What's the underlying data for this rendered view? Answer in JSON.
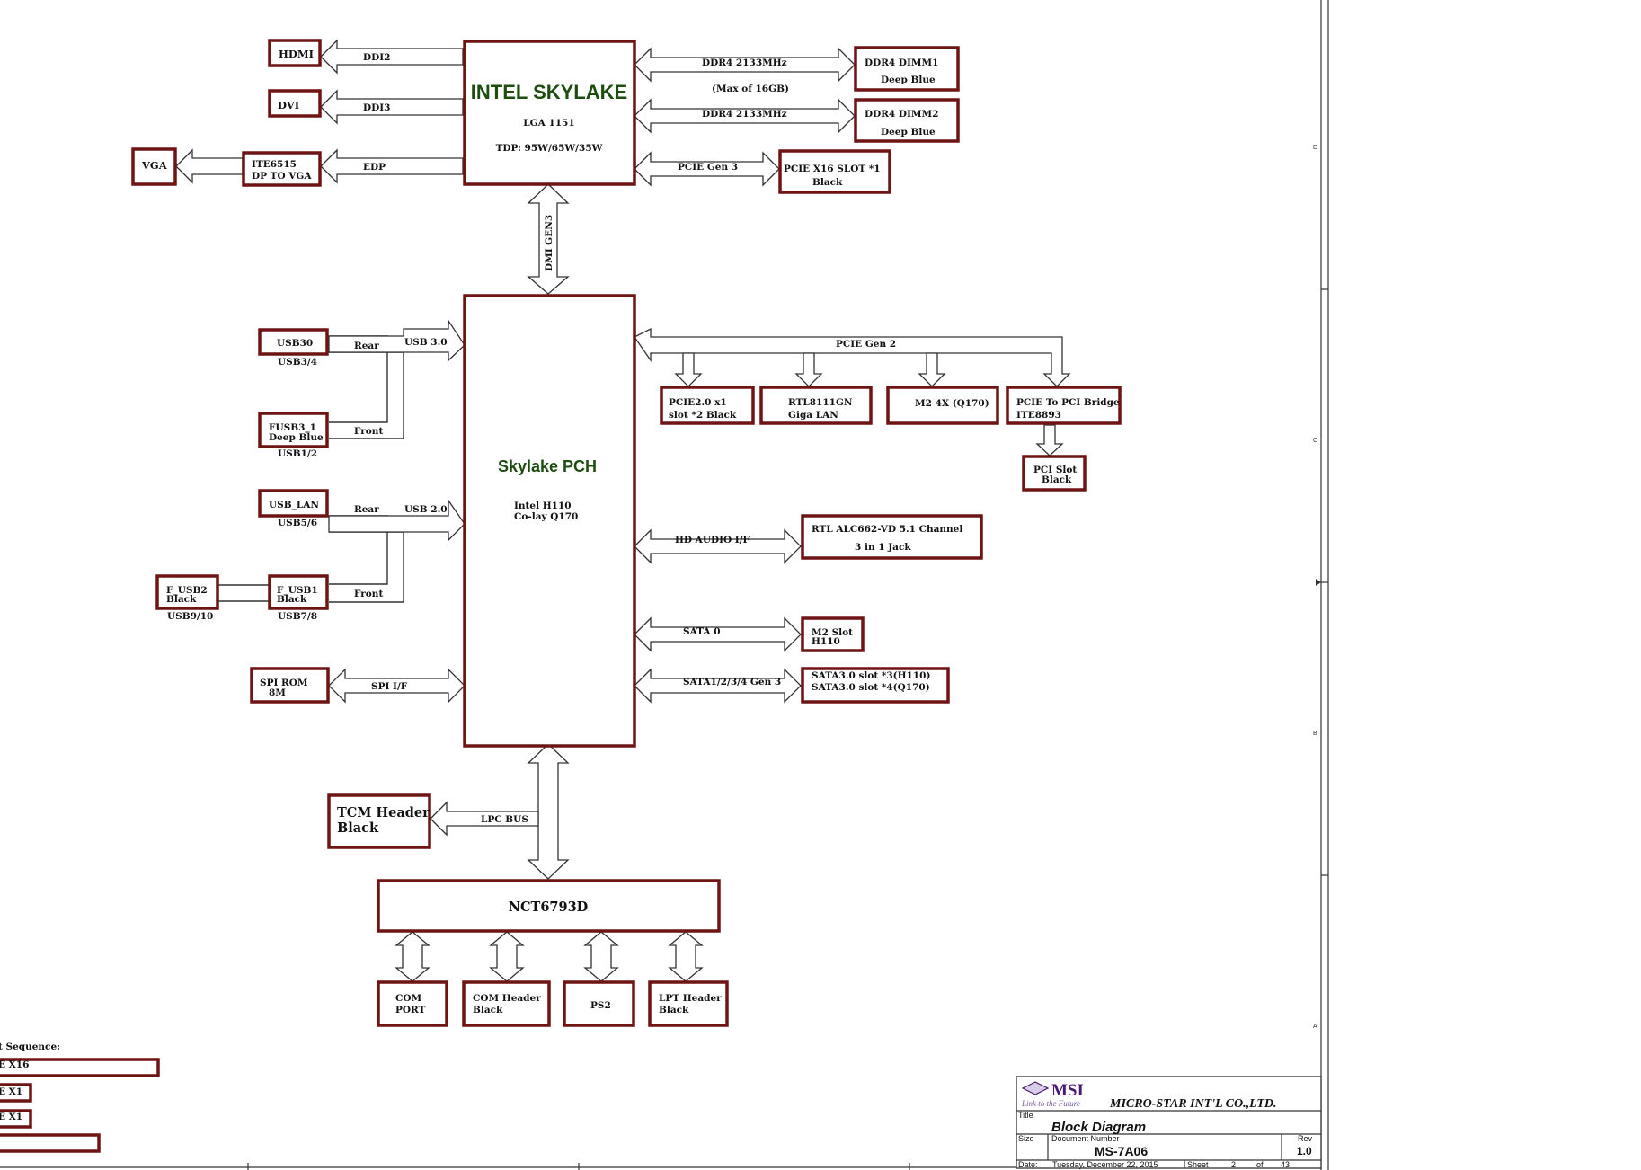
{
  "cpu": {
    "title": "INTEL SKYLAKE",
    "socket": "LGA 1151",
    "tdp": "TDP: 95W/65W/35W"
  },
  "pch": {
    "title": "Skylake PCH",
    "chipset": "Intel H110",
    "colay": "Co-lay Q170"
  },
  "display": {
    "hdmi": "HDMI",
    "ddi2": "DDI2",
    "dvi": "DVI",
    "ddi3": "DDI3",
    "vga": "VGA",
    "ite_line1": "ITE6515",
    "ite_line2": "DP TO VGA",
    "edp": "EDP"
  },
  "memory": {
    "bus1": "DDR4   2133MHz",
    "max": "(Max of 16GB)",
    "bus2": "DDR4   2133MHz",
    "dimm1": "DDR4  DIMM1",
    "dimm1_color": "Deep Blue",
    "dimm2": "DDR4  DIMM2",
    "dimm2_color": "Deep Blue"
  },
  "pcie_x16": {
    "bus": "PCIE Gen 3",
    "label": "PCIE X16 SLOT *1",
    "color": "Black"
  },
  "dmi": "DMI GEN3",
  "usb": {
    "usb30": "USB30",
    "usb30_ports": "USB3/4",
    "rear1": "Rear",
    "bus30": "USB 3.0",
    "fusb3": "FUSB3_1",
    "fusb3_color": "Deep Blue",
    "fusb3_ports": "USB1/2",
    "front1": "Front",
    "usb_lan": "USB_LAN",
    "usb_lan_ports": "USB5/6",
    "rear2": "Rear",
    "bus20": "USB 2.0",
    "fusb2": "F_USB2",
    "fusb2_color": "Black",
    "fusb2_ports": "USB9/10",
    "fusb1": "F_USB1",
    "fusb1_color": "Black",
    "fusb1_ports": "USB7/8",
    "front2": "Front"
  },
  "spi": {
    "rom": "SPI ROM",
    "size": "8M",
    "bus": "SPI I/F"
  },
  "pcie_gen2": {
    "bus": "PCIE Gen 2",
    "slot_line1": "PCIE2.0 x1",
    "slot_line2": "slot *2  Black",
    "lan_line1": "RTL8111GN",
    "lan_line2": "Giga LAN",
    "m2": "M2 4X (Q170)",
    "bridge_line1": "PCIE To PCI Bridge",
    "bridge_line2": "ITE8893",
    "pci_line1": "PCI Slot",
    "pci_line2": "Black"
  },
  "audio": {
    "bus": "HD AUDIO I/F",
    "line1": "RTL ALC662-VD 5.1 Channel",
    "line2": "3 in 1 Jack"
  },
  "sata": {
    "bus0": "SATA 0",
    "m2_line1": "M2 Slot",
    "m2_line2": "H110",
    "bus1": "SATA1/2/3/4 Gen 3",
    "slot_line1": "SATA3.0 slot *3(H110)",
    "slot_line2": "SATA3.0 slot *4(Q170)"
  },
  "lpc": {
    "bus": "LPC BUS",
    "tcm_line1": "TCM Header",
    "tcm_line2": "Black",
    "sio": "NCT6793D",
    "com_line1": "COM",
    "com_line2": "PORT",
    "comh_line1": "COM Header",
    "comh_line2": "Black",
    "ps2": "PS2",
    "lpt_line1": "LPT Header",
    "lpt_line2": "Black"
  },
  "sequence": {
    "title": "t Sequence:",
    "row1": "E X16",
    "row2": "E X1",
    "row3": "E X1"
  },
  "title_block": {
    "company": "MICRO-STAR INT'L CO.,LTD.",
    "logo": "MSI",
    "tagline": "Link to the Future",
    "title_label": "Title",
    "title": "Block Diagram",
    "size_label": "Size",
    "docnum_label": "Document Number",
    "docnum": "MS-7A06",
    "rev_label": "Rev",
    "rev": "1.0",
    "date_label": "Date:",
    "date": "Tuesday, December 22, 2015",
    "sheet_label": "Sheet",
    "sheet": "2",
    "of_label": "of",
    "total": "43"
  },
  "zones": [
    "D",
    "C",
    "B",
    "A"
  ]
}
